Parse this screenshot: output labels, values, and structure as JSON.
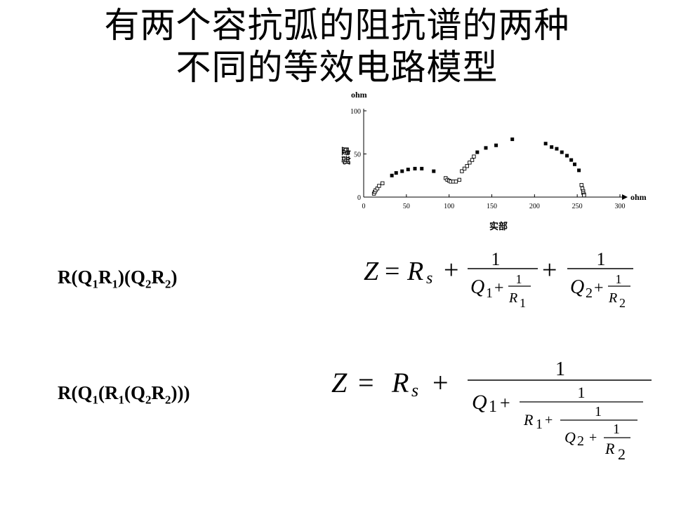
{
  "slide": {
    "title_line1": "有两个容抗弧的阻抗谱的两种",
    "title_line2": "不同的等效电路模型"
  },
  "chart_data": {
    "type": "scatter",
    "title": "",
    "xlabel": "实部",
    "ylabel": "虚部",
    "x_unit": "ohm",
    "y_unit": "ohm",
    "xlim": [
      0,
      300
    ],
    "ylim": [
      0,
      100
    ],
    "xticks": [
      "0",
      "50",
      "100",
      "150",
      "200",
      "250",
      "300"
    ],
    "yticks": [
      "0",
      "50",
      "100"
    ],
    "series": [
      {
        "marker": "open-square",
        "points": [
          [
            12,
            4
          ],
          [
            13,
            6
          ],
          [
            14,
            8
          ],
          [
            16,
            10
          ],
          [
            18,
            13
          ],
          [
            22,
            16
          ],
          [
            96,
            22
          ],
          [
            98,
            20
          ],
          [
            100,
            19
          ],
          [
            102,
            18
          ],
          [
            105,
            18
          ],
          [
            108,
            18
          ],
          [
            112,
            20
          ],
          [
            115,
            30
          ],
          [
            118,
            33
          ],
          [
            121,
            36
          ],
          [
            124,
            40
          ],
          [
            127,
            43
          ],
          [
            129,
            47
          ],
          [
            255,
            14
          ],
          [
            256,
            10
          ],
          [
            257,
            7
          ],
          [
            257,
            5
          ],
          [
            258,
            3
          ],
          [
            258,
            2
          ]
        ]
      },
      {
        "marker": "filled-square",
        "points": [
          [
            33,
            25
          ],
          [
            38,
            28
          ],
          [
            45,
            30
          ],
          [
            52,
            32
          ],
          [
            60,
            33
          ],
          [
            68,
            33
          ],
          [
            82,
            30
          ],
          [
            133,
            52
          ],
          [
            143,
            57
          ],
          [
            155,
            60
          ],
          [
            174,
            67
          ],
          [
            213,
            62
          ],
          [
            220,
            58
          ],
          [
            226,
            56
          ],
          [
            232,
            52
          ],
          [
            238,
            48
          ],
          [
            243,
            43
          ],
          [
            247,
            38
          ],
          [
            252,
            31
          ]
        ]
      }
    ]
  },
  "circuits": [
    {
      "code": [
        "R(Q",
        "1",
        "R",
        "1",
        ")(Q",
        "2",
        "R",
        "2",
        ")"
      ]
    },
    {
      "code": [
        "R(Q",
        "1",
        "(R",
        "1",
        "(Q",
        "2",
        "R",
        "2",
        ")))"
      ]
    }
  ],
  "equation1": {
    "lhs": "Z",
    "eq": "=",
    "Rs": "R",
    "s_sub": "s",
    "plus": "+",
    "one": "1",
    "Q1": "Q",
    "Q1_sub": "1",
    "R1": "R",
    "R1_sub": "1",
    "Q2": "Q",
    "Q2_sub": "2",
    "R2": "R",
    "R2_sub": "2"
  },
  "equation2": {
    "lhs": "Z",
    "eq": "=",
    "Rs": "R",
    "s_sub": "s",
    "plus": "+",
    "one": "1",
    "Q1": "Q",
    "Q1_sub": "1",
    "R1": "R",
    "R1_sub": "1",
    "Q2": "Q",
    "Q2_sub": "2",
    "R2": "R",
    "R2_sub": "2"
  }
}
